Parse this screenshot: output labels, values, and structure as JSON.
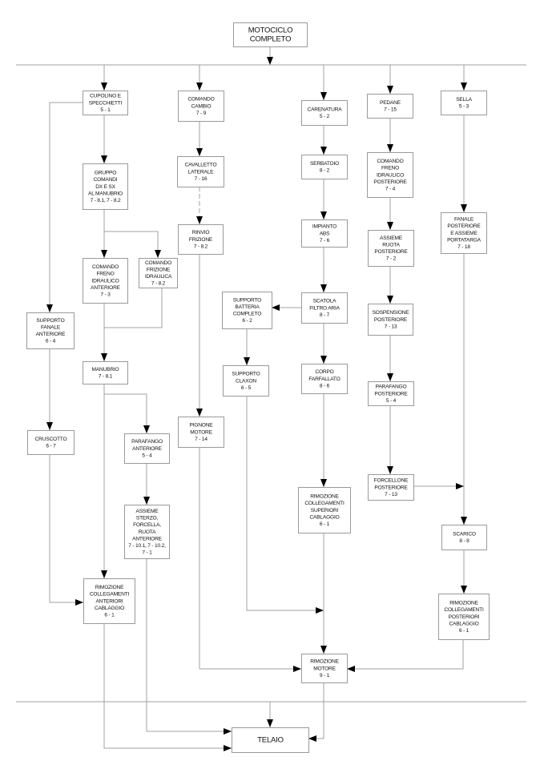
{
  "title": "MOTOCICLO COMPLETO",
  "nodes": [
    {
      "id": "motociclo",
      "lines": [
        "MOTOCICLO",
        "COMPLETO"
      ]
    },
    {
      "id": "cupolino",
      "lines": [
        "CUPOLINO E",
        "SPECCHIETTI",
        "5 - 1"
      ]
    },
    {
      "id": "gruppo_comandi",
      "lines": [
        "GRUPPO",
        "COMANDI",
        "DX E SX",
        "AL MANUBRIO",
        "7 - 8.1, 7 - 8.2"
      ]
    },
    {
      "id": "freno_ant",
      "lines": [
        "COMANDO",
        "FRENO",
        "IDRAULICO",
        "ANTERIORE",
        "7 - 3"
      ]
    },
    {
      "id": "frizione_idr",
      "lines": [
        "COMANDO",
        "FRIZIONE",
        "IDRAULICA",
        "7 - 8.2"
      ]
    },
    {
      "id": "fanale_ant",
      "lines": [
        "SUPPORTO",
        "FANALE",
        "ANTERIORE",
        "6 - 4"
      ]
    },
    {
      "id": "manubrio",
      "lines": [
        "MANUBRIO",
        "7 - 8.1"
      ]
    },
    {
      "id": "cruscotto",
      "lines": [
        "CRUSCOTTO",
        "6 - 7"
      ]
    },
    {
      "id": "parafango_ant",
      "lines": [
        "PARAFANGO",
        "ANTERIORE",
        "5 - 4"
      ]
    },
    {
      "id": "sterzo",
      "lines": [
        "ASSIEME",
        "STERZO,",
        "FORCELLA,",
        "RUOTA",
        "ANTERIORE",
        "7 - 10.1,  7 - 10.2,",
        "7 - 1"
      ]
    },
    {
      "id": "rim_ant",
      "lines": [
        "RIMOZIONE",
        "COLLEGAMENTI",
        "ANTERIORI",
        "CABLAGGIO",
        "6 - 1"
      ]
    },
    {
      "id": "cambio",
      "lines": [
        "COMANDO",
        "CAMBIO",
        "7 - 9"
      ]
    },
    {
      "id": "cavalletto",
      "lines": [
        "CAVALLETTO",
        "LATERALE",
        "7 - 16"
      ]
    },
    {
      "id": "rinvio",
      "lines": [
        "RINVIO",
        "FRIZIONE",
        "7 - 8.2"
      ]
    },
    {
      "id": "pignone",
      "lines": [
        "PIGNONE",
        "MOTORE",
        "7 - 14"
      ]
    },
    {
      "id": "batteria",
      "lines": [
        "SUPPORTO",
        "BATTERIA",
        "COMPLETO",
        "6 - 2"
      ]
    },
    {
      "id": "claxon",
      "lines": [
        "SUPPORTO",
        "CLAXON",
        "6 - 5"
      ]
    },
    {
      "id": "carenatura",
      "lines": [
        "CARENATURA",
        "5 - 2"
      ]
    },
    {
      "id": "serbatoio",
      "lines": [
        "SERBATOIO",
        "8 - 2"
      ]
    },
    {
      "id": "abs",
      "lines": [
        "IMPIANTO",
        "ABS",
        "7 - 6"
      ]
    },
    {
      "id": "filtro",
      "lines": [
        "SCATOLA",
        "FILTRO ARIA",
        "8 - 7"
      ]
    },
    {
      "id": "farfallato",
      "lines": [
        "CORPO",
        "FARFALLATO",
        "8 - 6"
      ]
    },
    {
      "id": "rim_sup",
      "lines": [
        "RIMOZIONE",
        "COLLEGAMENTI",
        "SUPERIORI",
        "CABLAGGIO",
        "6 - 1"
      ]
    },
    {
      "id": "motore",
      "lines": [
        "RIMOZIONE",
        "MOTORE",
        "9 - 1"
      ]
    },
    {
      "id": "pedane",
      "lines": [
        "PEDANE",
        "7 - 15"
      ]
    },
    {
      "id": "freno_post",
      "lines": [
        "COMANDO",
        "FRENO",
        "IDRAULICO",
        "POSTERIORE",
        "7 - 4"
      ]
    },
    {
      "id": "ruota_post",
      "lines": [
        "ASSIEME",
        "RUOTA",
        "POSTERIORE",
        "7 - 2"
      ]
    },
    {
      "id": "sospensione",
      "lines": [
        "SOSPENSIONE",
        "POSTERIORE",
        "7 - 13"
      ]
    },
    {
      "id": "parafango_post",
      "lines": [
        "PARAFANGO",
        "POSTERIORE",
        "5 - 4"
      ]
    },
    {
      "id": "forcellone",
      "lines": [
        "FORCELLONE",
        "POSTERIORE",
        "7 - 13"
      ]
    },
    {
      "id": "sella",
      "lines": [
        "SELLA",
        "5 - 3"
      ]
    },
    {
      "id": "fanale_post",
      "lines": [
        "FANALE",
        "POSTERIORE",
        "E ASSIEME",
        "PORTATARGA",
        "7 - 18"
      ]
    },
    {
      "id": "scarico",
      "lines": [
        "SCARICO",
        "8 - 8"
      ]
    },
    {
      "id": "rim_post",
      "lines": [
        "RIMOZIONE",
        "COLLEGAMENTI",
        "POSTERIORI",
        "CABLAGGIO",
        "6 - 1"
      ]
    },
    {
      "id": "telaio",
      "lines": [
        "TELAIO"
      ]
    }
  ]
}
